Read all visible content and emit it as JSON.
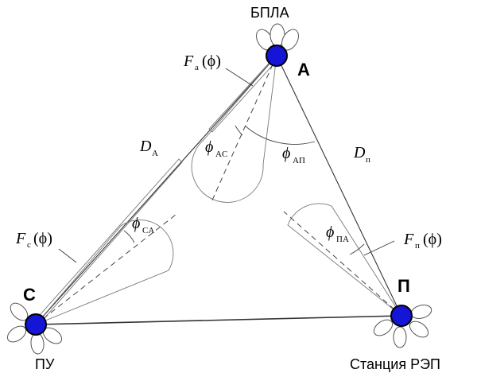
{
  "labels": {
    "bpla": "БПЛА",
    "pu": "ПУ",
    "station": "Станция РЭП"
  },
  "vertices": {
    "a": "А",
    "c": "С",
    "p": "П"
  },
  "sides": {
    "da": {
      "main": "D",
      "sub": "A"
    },
    "dp": {
      "main": "D",
      "sub": "п"
    }
  },
  "patterns": {
    "fa": {
      "main": "F",
      "sub": "а",
      "arg": "(ϕ)"
    },
    "fc": {
      "main": "F",
      "sub": "с",
      "arg": "(ϕ)"
    },
    "fp": {
      "main": "F",
      "sub": "п",
      "arg": "(ϕ)"
    }
  },
  "angles": {
    "ac": {
      "main": "ϕ",
      "sub": "AC"
    },
    "ap": {
      "main": "ϕ",
      "sub": "АП"
    },
    "ca": {
      "main": "ϕ",
      "sub": "CA"
    },
    "pa": {
      "main": "ϕ",
      "sub": "ПА"
    }
  },
  "colors": {
    "node": "#1515d8",
    "line": "#333333"
  }
}
